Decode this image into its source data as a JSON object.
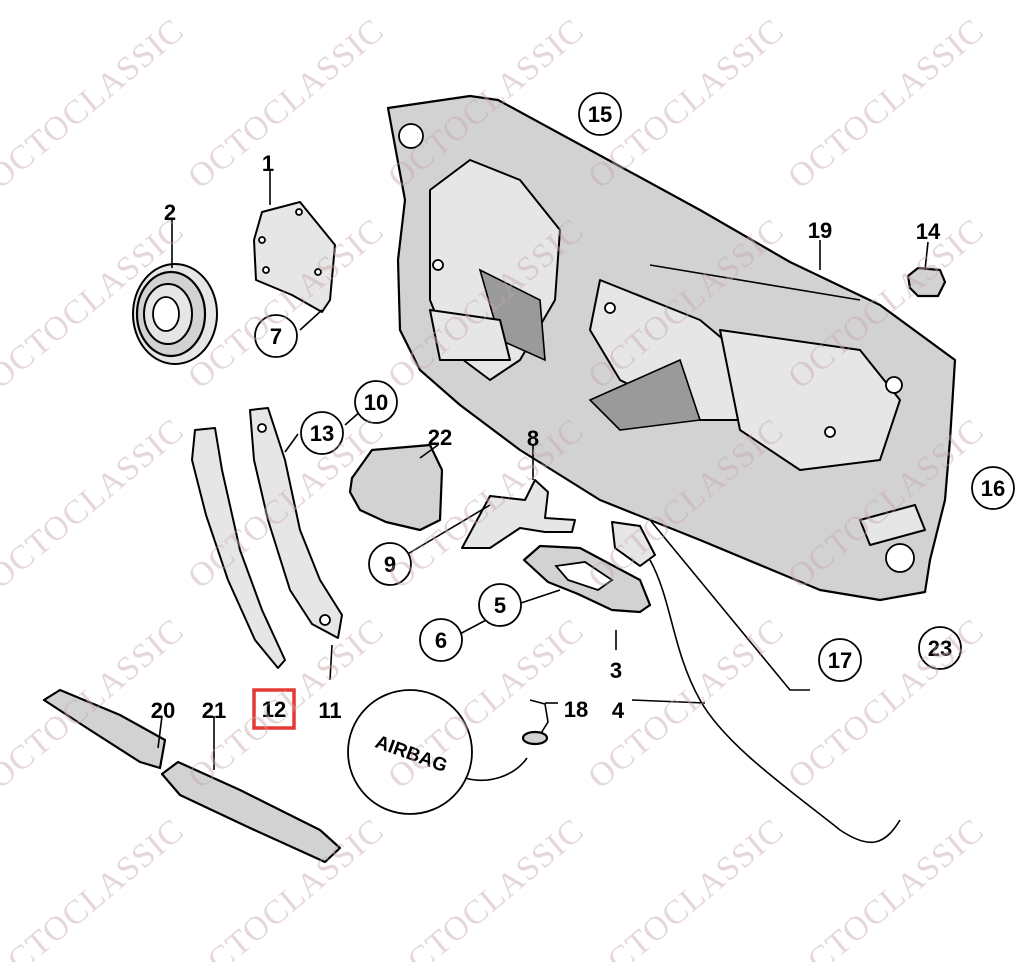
{
  "watermark": "OCTOCLASSIC",
  "airbag_label": "AIRBAG",
  "highlight_color": "#e53935",
  "highlighted_callout": "12",
  "callouts": [
    {
      "id": "c1",
      "text": "1",
      "circled": false,
      "highlighted": false
    },
    {
      "id": "c2",
      "text": "2",
      "circled": false,
      "highlighted": false
    },
    {
      "id": "c3",
      "text": "3",
      "circled": false,
      "highlighted": false
    },
    {
      "id": "c4",
      "text": "4",
      "circled": false,
      "highlighted": false
    },
    {
      "id": "c5",
      "text": "5",
      "circled": true,
      "highlighted": false
    },
    {
      "id": "c6",
      "text": "6",
      "circled": true,
      "highlighted": false
    },
    {
      "id": "c7",
      "text": "7",
      "circled": true,
      "highlighted": false
    },
    {
      "id": "c8",
      "text": "8",
      "circled": false,
      "highlighted": false
    },
    {
      "id": "c9",
      "text": "9",
      "circled": true,
      "highlighted": false
    },
    {
      "id": "c10",
      "text": "10",
      "circled": true,
      "highlighted": false
    },
    {
      "id": "c11",
      "text": "11",
      "circled": false,
      "highlighted": false
    },
    {
      "id": "c12",
      "text": "12",
      "circled": false,
      "highlighted": true
    },
    {
      "id": "c13",
      "text": "13",
      "circled": true,
      "highlighted": false
    },
    {
      "id": "c14",
      "text": "14",
      "circled": false,
      "highlighted": false
    },
    {
      "id": "c15",
      "text": "15",
      "circled": true,
      "highlighted": false
    },
    {
      "id": "c16",
      "text": "16",
      "circled": true,
      "highlighted": false
    },
    {
      "id": "c17",
      "text": "17",
      "circled": true,
      "highlighted": false
    },
    {
      "id": "c18",
      "text": "18",
      "circled": false,
      "highlighted": false
    },
    {
      "id": "c19",
      "text": "19",
      "circled": false,
      "highlighted": false
    },
    {
      "id": "c20",
      "text": "20",
      "circled": false,
      "highlighted": false
    },
    {
      "id": "c21",
      "text": "21",
      "circled": false,
      "highlighted": false
    },
    {
      "id": "c22",
      "text": "22",
      "circled": false,
      "highlighted": false
    },
    {
      "id": "c23",
      "text": "23",
      "circled": true,
      "highlighted": false
    }
  ]
}
